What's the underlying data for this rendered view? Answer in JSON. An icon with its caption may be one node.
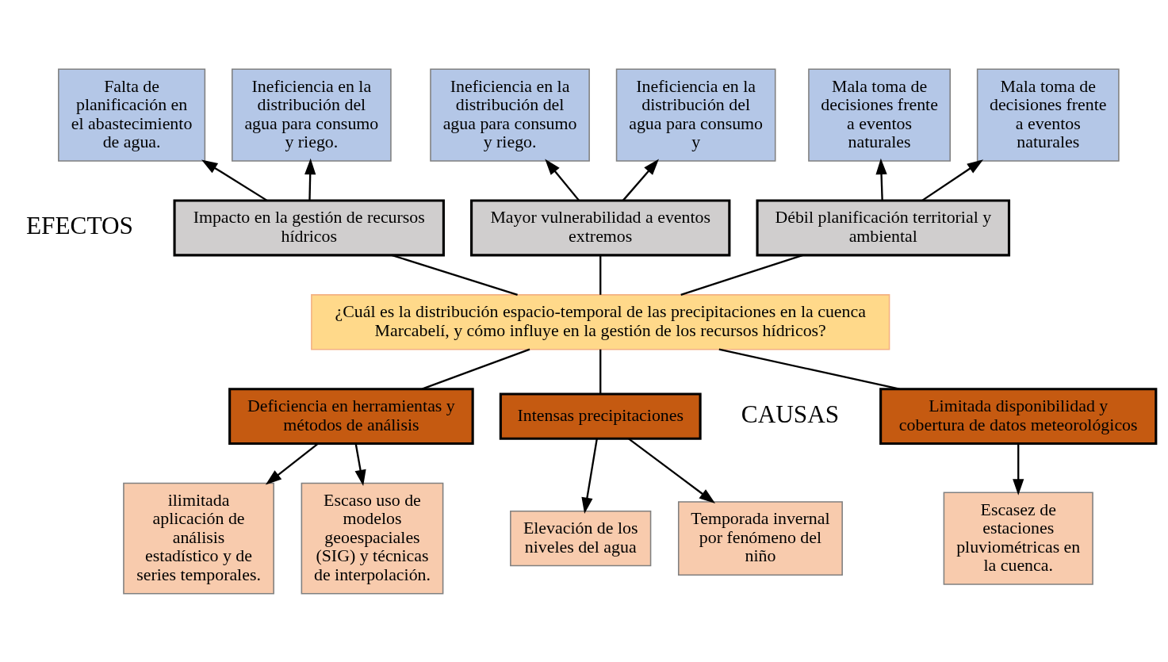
{
  "diagram": {
    "nodes": [
      {
        "text": [
          "Falta de planificación en el abastecimiento de agua."
        ]
      },
      {
        "text": [
          "Ineficiencia en la distribución del agua para consumo y riego."
        ]
      },
      {
        "text": [
          "Ineficiencia en la distribución del agua para consumo y riego."
        ]
      },
      {
        "text": [
          "Ineficiencia en la distribución del agua para consumo y"
        ]
      },
      {
        "text": [
          "Mala toma de decisiones frente a eventos naturales"
        ]
      },
      {
        "text": [
          "Mala toma de decisiones frente a eventos naturales"
        ]
      },
      {
        "text": [
          "Impacto en la gestión de recursos hídricos"
        ]
      },
      {
        "text": [
          "Mayor vulnerabilidad a eventos extremos"
        ]
      },
      {
        "text": [
          "Débil planificación territorial y ambiental"
        ]
      },
      {
        "text": [
          "¿Cuál es la distribución espacio-temporal de las precipitaciones en la cuenca Marcabelí, y cómo influye en la gestión de los recursos hídricos?"
        ]
      },
      {
        "text": [
          "Intensas precipitaciones"
        ]
      },
      {
        "text": [
          "Limitada disponibilidad y cobertura de datos meteorológicos"
        ]
      },
      {
        "text": [
          "Deficiencia en herramientas y métodos de análisis"
        ]
      },
      {
        "text": [
          "Temporada invernal por fenómeno del niño"
        ]
      },
      {
        "text": [
          "Elevación de los niveles del agua"
        ]
      },
      {
        "text": [
          "Escasez de estaciones pluviométricas en la cuenca."
        ]
      },
      {
        "text": [
          "ilimitada aplicación de análisis estadístico y de series temporales."
        ]
      },
      {
        "text": [
          "Escaso uso de modelos geoespaciales (SIG) y técnicas de interpolación."
        ]
      }
    ],
    "edges": [
      {
        "from": 6,
        "to": 0,
        "arrow": "to"
      },
      {
        "from": 6,
        "to": 1,
        "arrow": "to"
      },
      {
        "from": 7,
        "to": 2,
        "arrow": "to"
      },
      {
        "from": 7,
        "to": 3,
        "arrow": "to"
      },
      {
        "from": 8,
        "to": 4,
        "arrow": "to"
      },
      {
        "from": 8,
        "to": 5,
        "arrow": "to"
      },
      {
        "from": 9,
        "to": 6,
        "arrow": "none"
      },
      {
        "from": 9,
        "to": 7,
        "arrow": "none"
      },
      {
        "from": 9,
        "to": 8,
        "arrow": "none"
      },
      {
        "from": 9,
        "to": 10,
        "arrow": "none"
      },
      {
        "from": 9,
        "to": 11,
        "arrow": "none"
      },
      {
        "from": 9,
        "to": 12,
        "arrow": "none"
      },
      {
        "from": 10,
        "to": 13,
        "arrow": "to"
      },
      {
        "from": 10,
        "to": 14,
        "arrow": "to"
      },
      {
        "from": 11,
        "to": 15,
        "arrow": "to"
      },
      {
        "from": 12,
        "to": 16,
        "arrow": "to"
      },
      {
        "from": 12,
        "to": 17,
        "arrow": "to"
      }
    ],
    "labels": [
      "EFECTOS",
      "CAUSAS"
    ]
  }
}
